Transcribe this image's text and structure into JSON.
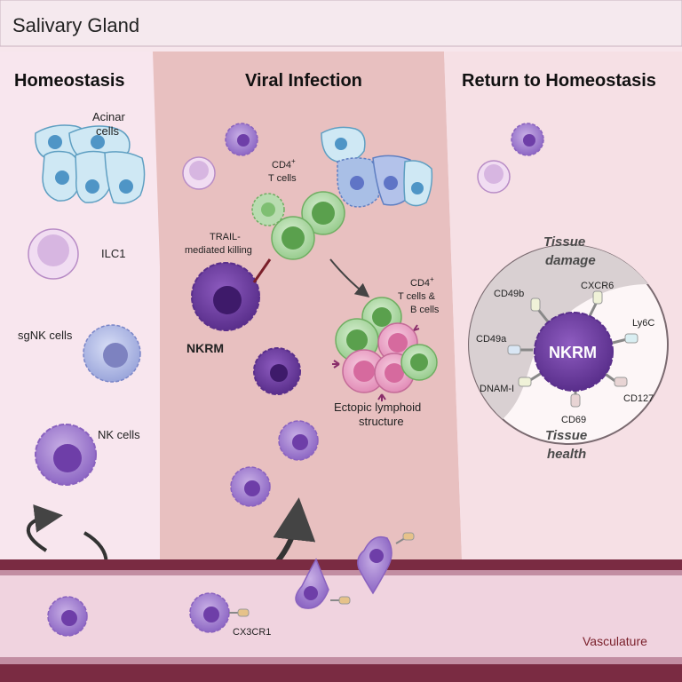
{
  "title": "Salivary Gland",
  "panels": {
    "homeostasis": "Homeostasis",
    "viral_infection": "Viral Infection",
    "return": "Return to Homeostasis"
  },
  "labels": {
    "acinar_1": "Acinar",
    "acinar_2": "cells",
    "ilc1": "ILC1",
    "sgnk": "sgNK cells",
    "nk": "NK cells",
    "cd4_1": "CD4",
    "cd4_sup": "+",
    "cd4_2": "T cells",
    "trail_1": "TRAIL-",
    "trail_2": "mediated killing",
    "nkrm_left": "NKRM",
    "cd4b_1": "CD4",
    "cd4b_sup": "+",
    "cd4b_2": "T cells &",
    "cd4b_3": "B cells",
    "ectopic_1": "Ectopic lymphoid",
    "ectopic_2": "structure",
    "tissue_damage_1": "Tissue",
    "tissue_damage_2": "damage",
    "tissue_health_1": "Tissue",
    "tissue_health_2": "health",
    "nkrm_center": "NKRM",
    "cd49b": "CD49b",
    "cxcr6": "CXCR6",
    "ly6c": "Ly6C",
    "cd49a": "CD49a",
    "dnam": "DNAM-I",
    "cd127": "CD127",
    "cd69": "CD69",
    "cx3cr1": "CX3CR1",
    "vasculature": "Vasculature"
  }
}
